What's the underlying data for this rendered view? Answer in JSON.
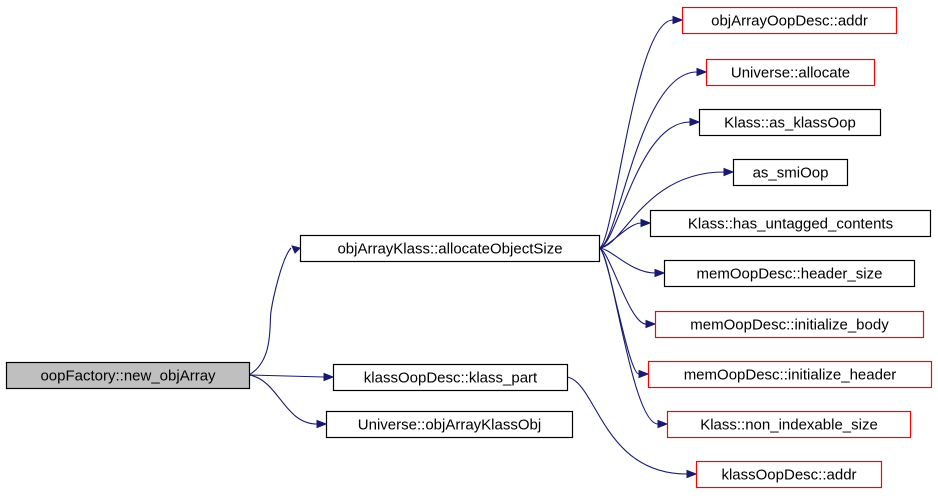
{
  "colors": {
    "edge": "#191970",
    "black_border": "#000000",
    "red_border": "#ff0000",
    "root_fill": "#bfbfbf",
    "node_fill": "#ffffff"
  },
  "graph": {
    "root": {
      "id": "oopFactory_new_objArray",
      "label": "oopFactory::new_objArray",
      "style": "root"
    },
    "nodes": [
      {
        "id": "objArrayKlass_allocateObjectSize",
        "label": "objArrayKlass::allocateObjectSize",
        "style": "black"
      },
      {
        "id": "klassOopDesc_klass_part",
        "label": "klassOopDesc::klass_part",
        "style": "black"
      },
      {
        "id": "Universe_objArrayKlassObj",
        "label": "Universe::objArrayKlassObj",
        "style": "black"
      },
      {
        "id": "objArrayOopDesc_addr",
        "label": "objArrayOopDesc::addr",
        "style": "red"
      },
      {
        "id": "Universe_allocate",
        "label": "Universe::allocate",
        "style": "red"
      },
      {
        "id": "Klass_as_klassOop",
        "label": "Klass::as_klassOop",
        "style": "black"
      },
      {
        "id": "as_smiOop",
        "label": "as_smiOop",
        "style": "black"
      },
      {
        "id": "Klass_has_untagged_contents",
        "label": "Klass::has_untagged_contents",
        "style": "black"
      },
      {
        "id": "memOopDesc_header_size",
        "label": "memOopDesc::header_size",
        "style": "black"
      },
      {
        "id": "memOopDesc_initialize_body",
        "label": "memOopDesc::initialize_body",
        "style": "red"
      },
      {
        "id": "memOopDesc_initialize_header",
        "label": "memOopDesc::initialize_header",
        "style": "red"
      },
      {
        "id": "Klass_non_indexable_size",
        "label": "Klass::non_indexable_size",
        "style": "red"
      },
      {
        "id": "klassOopDesc_addr",
        "label": "klassOopDesc::addr",
        "style": "red"
      }
    ],
    "edges": [
      [
        "oopFactory_new_objArray",
        "objArrayKlass_allocateObjectSize"
      ],
      [
        "oopFactory_new_objArray",
        "klassOopDesc_klass_part"
      ],
      [
        "oopFactory_new_objArray",
        "Universe_objArrayKlassObj"
      ],
      [
        "objArrayKlass_allocateObjectSize",
        "objArrayOopDesc_addr"
      ],
      [
        "objArrayKlass_allocateObjectSize",
        "Universe_allocate"
      ],
      [
        "objArrayKlass_allocateObjectSize",
        "Klass_as_klassOop"
      ],
      [
        "objArrayKlass_allocateObjectSize",
        "as_smiOop"
      ],
      [
        "objArrayKlass_allocateObjectSize",
        "Klass_has_untagged_contents"
      ],
      [
        "objArrayKlass_allocateObjectSize",
        "memOopDesc_header_size"
      ],
      [
        "objArrayKlass_allocateObjectSize",
        "memOopDesc_initialize_body"
      ],
      [
        "objArrayKlass_allocateObjectSize",
        "memOopDesc_initialize_header"
      ],
      [
        "objArrayKlass_allocateObjectSize",
        "Klass_non_indexable_size"
      ],
      [
        "klassOopDesc_klass_part",
        "klassOopDesc_addr"
      ]
    ]
  }
}
